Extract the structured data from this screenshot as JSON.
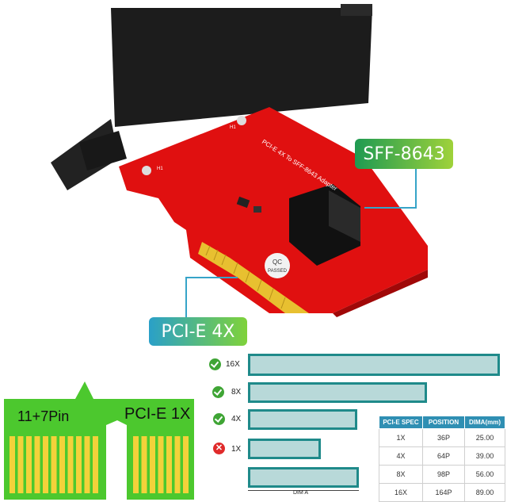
{
  "product": {
    "card_silkscreen": "PCI-E 4X To SFF-8643 Adapter",
    "qc_sticker": [
      "QC",
      "PASSED"
    ],
    "h1_marks": [
      "H1",
      "H1"
    ]
  },
  "callouts": {
    "connector_label": "SFF-8643",
    "interface_label": "PCI-E 4X"
  },
  "pinout": {
    "pin_label": "11+7Pin",
    "slot_label": "PCI-E 1X"
  },
  "slots": [
    {
      "label": "16X",
      "status": "check"
    },
    {
      "label": "8X",
      "status": "check"
    },
    {
      "label": "4X",
      "status": "check"
    },
    {
      "label": "1X",
      "status": "cross"
    }
  ],
  "dim_label": "DIM A",
  "spec_table": {
    "headers": [
      "PCI-E SPEC",
      "POSITION",
      "DIMA(mm)"
    ],
    "rows": [
      [
        "1X",
        "36P",
        "25.00"
      ],
      [
        "4X",
        "64P",
        "39.00"
      ],
      [
        "8X",
        "98P",
        "56.00"
      ],
      [
        "16X",
        "164P",
        "89.00"
      ]
    ]
  },
  "colors": {
    "pcb": "#e01010",
    "bracket": "#1a1a1a",
    "gold": "#e8c030",
    "connector_callout": "#3ca64a",
    "interface_callout": "#2aa0c8",
    "slot_border": "#1f8a8a",
    "pin_board": "#4cc82e"
  }
}
